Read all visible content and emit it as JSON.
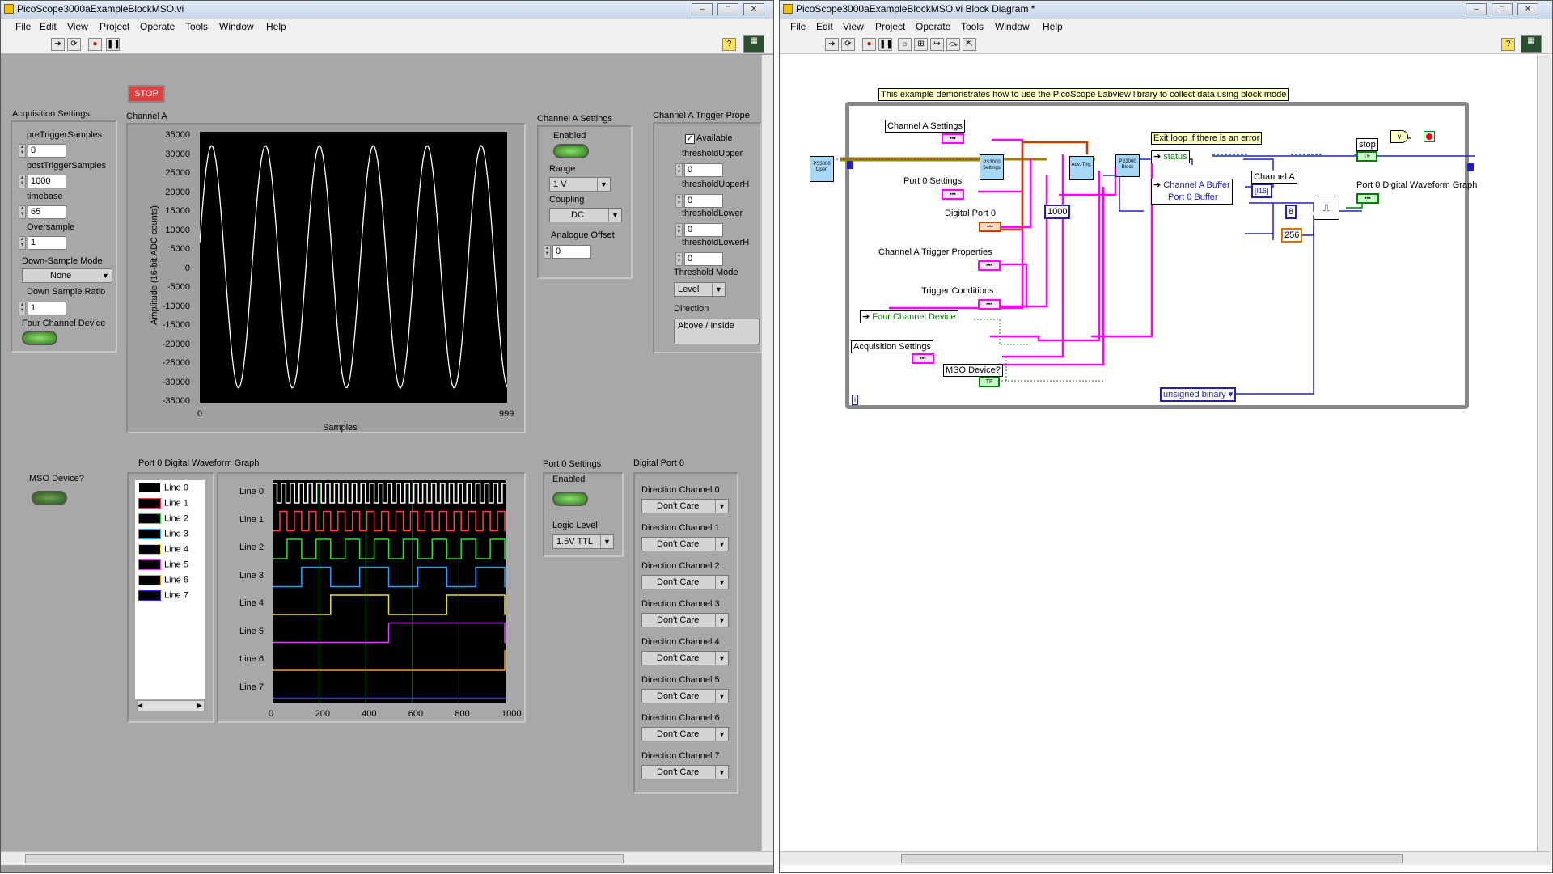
{
  "front_panel": {
    "title": "PicoScope3000aExampleBlockMSO.vi",
    "menu": [
      "File",
      "Edit",
      "View",
      "Project",
      "Operate",
      "Tools",
      "Window",
      "Help"
    ],
    "stop_label": "STOP",
    "acq": {
      "title": "Acquisition Settings",
      "pre_label": "preTriggerSamples",
      "pre_value": "0",
      "post_label": "postTriggerSamples",
      "post_value": "1000",
      "timebase_label": "timebase",
      "timebase_value": "65",
      "oversample_label": "Oversample",
      "oversample_value": "1",
      "dsmode_label": "Down-Sample Mode",
      "dsmode_value": "None",
      "dsratio_label": "Down Sample Ratio",
      "dsratio_value": "1",
      "four_label": "Four Channel Device"
    },
    "channel_a_graph": {
      "title": "Channel A",
      "ylabel": "Amplitude (16-bit ADC counts)",
      "xlabel": "Samples",
      "yticks": [
        "35000",
        "30000",
        "25000",
        "20000",
        "15000",
        "10000",
        "5000",
        "0",
        "-5000",
        "-10000",
        "-15000",
        "-20000",
        "-25000",
        "-30000",
        "-35000"
      ],
      "xmin_label": "0",
      "xmax_label": "999"
    },
    "ch_a_settings": {
      "title": "Channel A Settings",
      "enabled_label": "Enabled",
      "range_label": "Range",
      "range_value": "1 V",
      "coupling_label": "Coupling",
      "coupling_value": "DC",
      "offset_label": "Analogue Offset",
      "offset_value": "0"
    },
    "trigger": {
      "title": "Channel A Trigger Prope",
      "available_label": "Available",
      "fields": [
        {
          "label": "thresholdUpper",
          "value": "0"
        },
        {
          "label": "thresholdUpperH",
          "value": "0"
        },
        {
          "label": "thresholdLower",
          "value": "0"
        },
        {
          "label": "thresholdLowerH",
          "value": "0"
        }
      ],
      "mode_label": "Threshold Mode",
      "mode_value": "Level",
      "direction_label": "Direction",
      "direction_value": "Above / Inside"
    },
    "mso_label": "MSO Device?",
    "digital_graph": {
      "title": "Port 0 Digital Waveform Graph",
      "legend": [
        "Line 0",
        "Line 1",
        "Line 2",
        "Line 3",
        "Line 4",
        "Line 5",
        "Line 6",
        "Line 7"
      ],
      "legend_colors": [
        "#ffffff",
        "#ff4040",
        "#30e030",
        "#30a0ff",
        "#e8e040",
        "#e040ff",
        "#f0a020",
        "#3030ff"
      ],
      "xticks": [
        "0",
        "200",
        "400",
        "600",
        "800",
        "1000"
      ]
    },
    "port0_settings": {
      "title": "Port 0 Settings",
      "enabled_label": "Enabled",
      "logic_label": "Logic Level",
      "logic_value": "1.5V TTL"
    },
    "digital_port": {
      "title": "Digital Port  0",
      "channels": [
        {
          "label": "Direction Channel 0",
          "value": "Don't Care"
        },
        {
          "label": "Direction Channel 1",
          "value": "Don't Care"
        },
        {
          "label": "Direction Channel 2",
          "value": "Don't Care"
        },
        {
          "label": "Direction Channel 3",
          "value": "Don't Care"
        },
        {
          "label": "Direction Channel 4",
          "value": "Don't Care"
        },
        {
          "label": "Direction Channel 5",
          "value": "Don't Care"
        },
        {
          "label": "Direction Channel 6",
          "value": "Don't Care"
        },
        {
          "label": "Direction Channel 7",
          "value": "Don't Care"
        }
      ]
    }
  },
  "block_diagram": {
    "title": "PicoScope3000aExampleBlockMSO.vi Block Diagram *",
    "menu": [
      "File",
      "Edit",
      "View",
      "Project",
      "Operate",
      "Tools",
      "Window",
      "Help"
    ],
    "comment": "This example demonstrates how to use the PicoScope Labview library to collect data using block mode",
    "labels": {
      "ch_a_settings": "Channel A Settings",
      "port0_settings": "Port 0 Settings",
      "digital_port": "Digital Port  0",
      "trigger_props": "Channel A Trigger Properties",
      "trigger_conditions": "Trigger Conditions",
      "four_channel": "Four Channel Device",
      "acq_settings": "Acquisition Settings",
      "mso_device": "MSO Device?",
      "exit_comment": "Exit loop if there is an error",
      "status": "status",
      "stop": "stop",
      "ch_a_buffer": "Channel A Buffer",
      "port0_buffer": "Port 0  Buffer",
      "channel_a": "Channel A",
      "digital_graph": "Port 0 Digital Waveform Graph",
      "unsigned": "unsigned binary",
      "const_1000": "1000",
      "const_8": "8",
      "const_256": "256",
      "i16": "[I16]",
      "open": "PS3000 Open",
      "settings": "PS3000 Settings",
      "adv": "Adv. Trig.",
      "block": "PS3000 Block",
      "tf": "TF",
      "info": "i"
    }
  }
}
